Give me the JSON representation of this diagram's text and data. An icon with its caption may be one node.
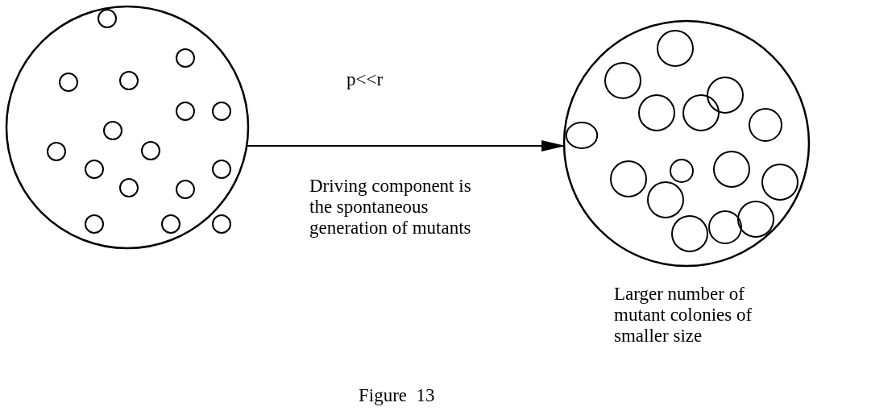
{
  "diagram": {
    "caption": "Figure  13",
    "nodes": [
      {
        "text": [],
        "shape": "circle"
      },
      {
        "text": [],
        "shape": "circle",
        "beside": [
          "Larger number of mutant colonies of smaller size"
        ]
      }
    ],
    "edges": [
      {
        "from": 0,
        "to": 1,
        "arrow": "to",
        "label": "p<<r"
      }
    ],
    "labels": [
      "Driving component is the spontaneous generation of mutants"
    ]
  }
}
